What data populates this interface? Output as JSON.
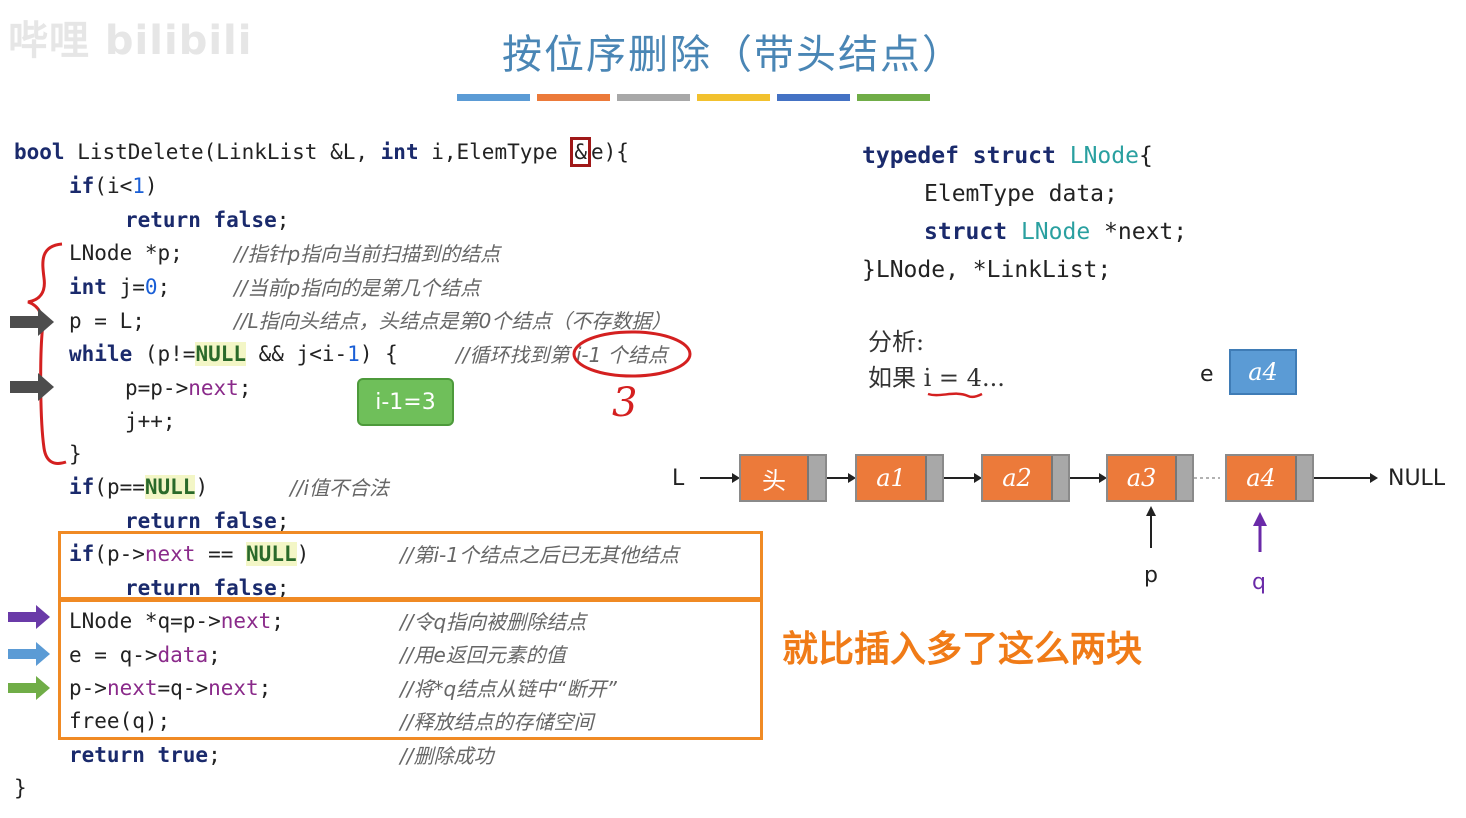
{
  "watermark": "哔哩 bilibili",
  "title": "按位序删除（带头结点）",
  "colors": {
    "bar1": "#5b9bd5",
    "bar2": "#ec7a3a",
    "bar3": "#a8a8a8",
    "bar4": "#f2c12e",
    "bar5": "#4472c4",
    "bar6": "#70ad47",
    "highlight_box": "#f08a24",
    "title": "#4a86b5"
  },
  "code": {
    "l1_bool": "bool",
    "l1_a": " ListDelete(LinkList &L, ",
    "l1_int": "int",
    "l1_b": " i,ElemType ",
    "l1_amp": "&",
    "l1_c": "e){",
    "l2_if": "if",
    "l2_a": "(i<",
    "l2_num": "1",
    "l2_b": ")",
    "l3_return": "return",
    "l3_false": " false",
    "l3_semi": ";",
    "l4_code": "LNode *p;",
    "l4_cm": "//指针p指向当前扫描到的结点",
    "l5_int": "int",
    "l5_a": " j=",
    "l5_num": "0",
    "l5_b": ";",
    "l5_cm": "//当前p指向的是第几个结点",
    "l6_code": "p = L;",
    "l6_cm": "//L指向头结点，头结点是第0个结点（不存数据）",
    "l7_while": "while",
    "l7_a": " (p!=",
    "l7_null": "NULL",
    "l7_b": " && j<i-",
    "l7_num": "1",
    "l7_c": ") {",
    "l7_cm": "//循环找到第 i-1 个结点",
    "l8_a": "p=p->",
    "l8_next": "next",
    "l8_b": ";",
    "l9_code": "j++;",
    "l10_code": "}",
    "l11_if": "if",
    "l11_a": "(p==",
    "l11_null": "NULL",
    "l11_b": ")",
    "l11_cm": "//i值不合法",
    "l12_return": "return",
    "l12_false": " false",
    "l12_semi": ";",
    "l13_if": "if",
    "l13_a": "(p->",
    "l13_next": "next",
    "l13_b": " == ",
    "l13_null": "NULL",
    "l13_c": ")",
    "l13_cm": "//第i-1个结点之后已无其他结点",
    "l14_return": "return",
    "l14_false": " false",
    "l14_semi": ";",
    "l15_a": "LNode *q=p->",
    "l15_next": "next",
    "l15_b": ";",
    "l15_cm": "//令q指向被删除结点",
    "l16_a": "e = q->",
    "l16_data": "data",
    "l16_b": ";",
    "l16_cm": "//用e返回元素的值",
    "l17_a": "p->",
    "l17_next1": "next",
    "l17_b": "=q->",
    "l17_next2": "next",
    "l17_c": ";",
    "l17_cm": "//将*q结点从链中“断开”",
    "l18_code": "free(q);",
    "l18_cm": "//释放结点的存储空间",
    "l19_return": "return",
    "l19_true": " true",
    "l19_semi": ";",
    "l19_cm": "//删除成功",
    "l20_code": "}"
  },
  "badge": "i-1=3",
  "handwritten_three": "3",
  "callout": "就比插入多了这么两块",
  "struct": {
    "s1_typedef": "typedef",
    "s1_struct": " struct ",
    "s1_name": "LNode",
    "s1_brace": "{",
    "s2_type": "ElemType data;",
    "s3_struct": "struct ",
    "s3_name": "LNode",
    "s3_rest": " *next;",
    "s4": "}LNode, *LinkList;"
  },
  "analysis": {
    "line1": "分析:",
    "line2": "如果 i = 4..."
  },
  "list": {
    "L_label": "L",
    "head": "头",
    "nodes": [
      "a1",
      "a2",
      "a3",
      "a4"
    ],
    "null_label": "NULL",
    "p_label": "p",
    "q_label": "q",
    "e_label": "e",
    "e_value": "a4"
  }
}
